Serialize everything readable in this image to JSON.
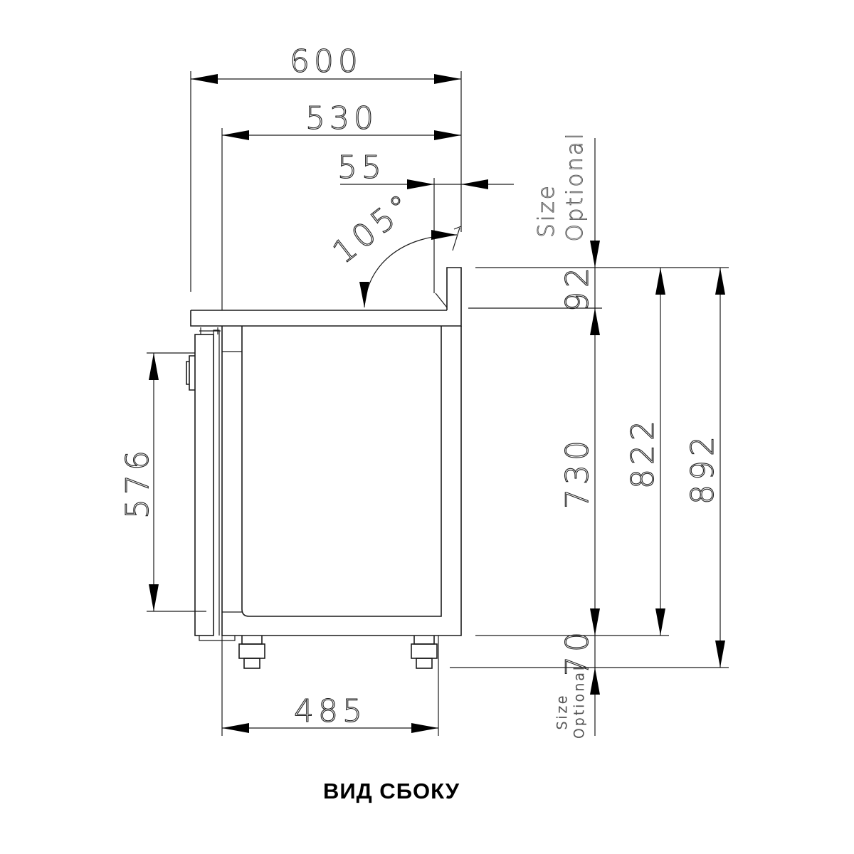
{
  "view_title": "ВИД СБОКУ",
  "dimensions": {
    "overall_depth": "600",
    "top_depth": "530",
    "backsplash_offset": "55",
    "lid_angle": "105°",
    "backsplash_height": "92",
    "body_height": "730",
    "height_no_backsplash": "822",
    "total_height": "892",
    "leg_height": "70",
    "door_height": "576",
    "base_depth": "485"
  },
  "notes": {
    "size_optional_top": [
      "Size",
      "Optional"
    ],
    "size_optional_bottom": [
      "Size",
      "Optional"
    ]
  }
}
